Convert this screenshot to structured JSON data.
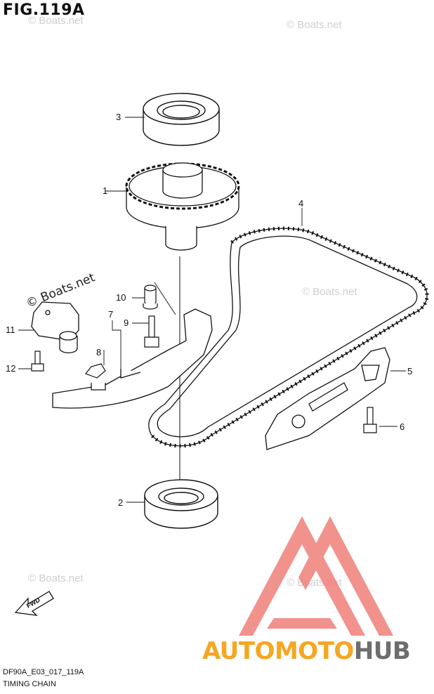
{
  "figure": {
    "title": "FIG.119A",
    "code": "DF90A_E03_017_119A",
    "caption": "TIMING CHAIN"
  },
  "callouts": [
    "1",
    "2",
    "3",
    "4",
    "5",
    "6",
    "7",
    "8",
    "9",
    "10",
    "11",
    "12"
  ],
  "fwd_label": "FWD",
  "watermarks": {
    "small": "© Boats.net",
    "large": "© Boats.net"
  },
  "brand": {
    "part1": "AUTOMOTO",
    "part2": "HUB",
    "colors": {
      "orange": "#f5a623",
      "gray": "#6d6d6d",
      "logo_red": "#f0807a"
    }
  }
}
